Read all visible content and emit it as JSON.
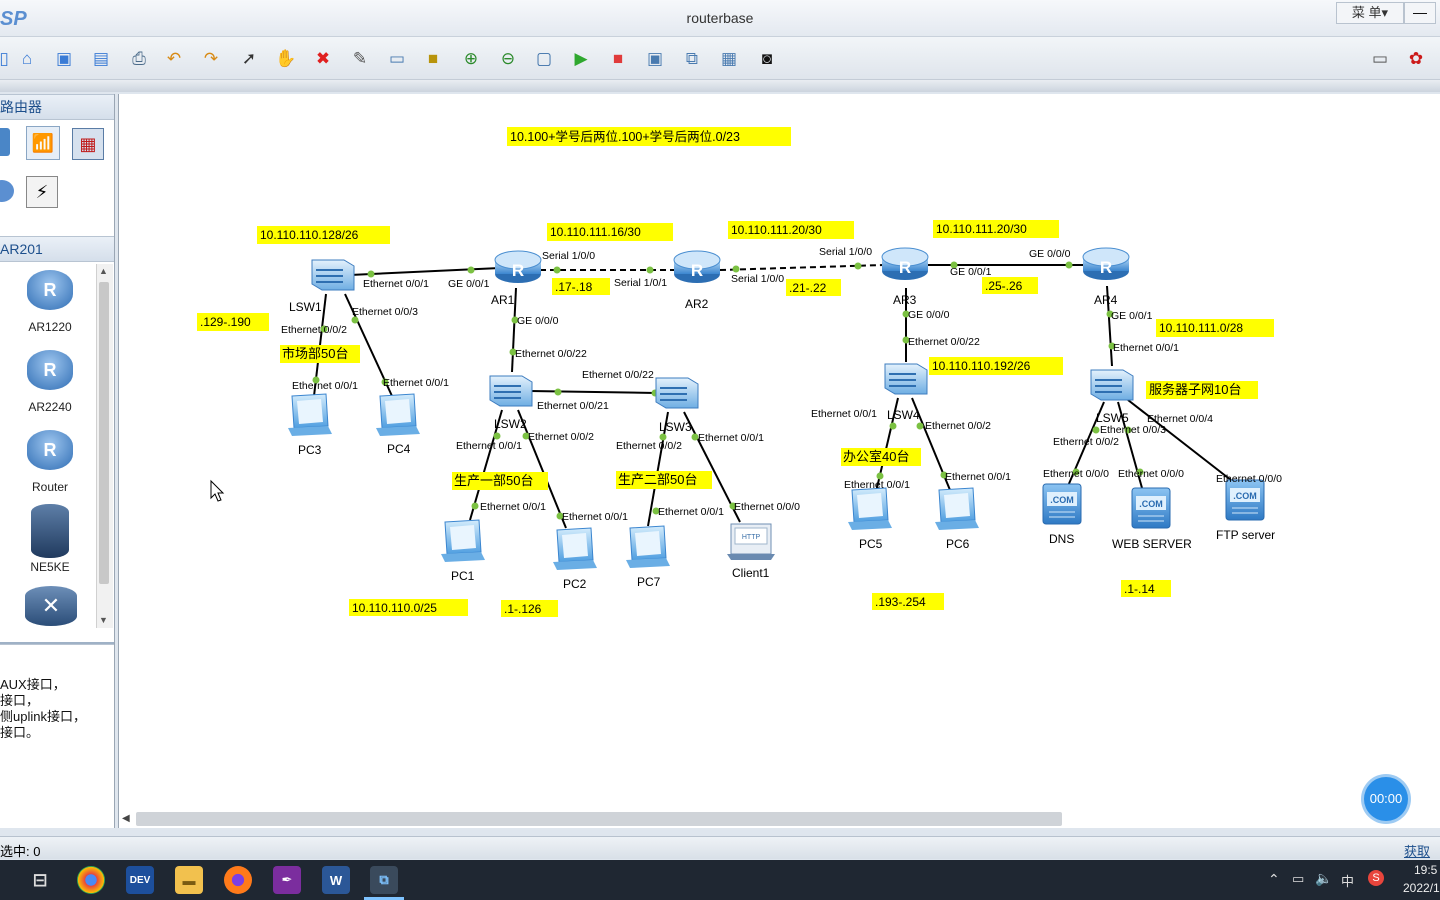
{
  "app": {
    "logo": "SP",
    "title": "routerbase",
    "menu_label": "菜 单▾",
    "minimize": "—"
  },
  "panel": {
    "category_title": "路由器",
    "series_title": "AR201",
    "devices": [
      "AR1220",
      "AR2240",
      "Router",
      "NE5KE"
    ],
    "description": [
      "AUX接口，",
      "接口，",
      "侧uplink接口，",
      "接口。"
    ]
  },
  "status": {
    "selected": "选中: 0",
    "right_text": "获取帮"
  },
  "timer": "00:00",
  "taskbar": {
    "time": "19:5",
    "date": "2022/1",
    "ime": "中"
  },
  "colors": {
    "label_bg": "#ffff00",
    "link_dot": "#7bc142",
    "timer_bg": "#2a8fe8"
  },
  "topology": {
    "annotations": {
      "main": "10.100+学号后两位.100+学号后两位.0/23",
      "lsw1_net": "10.110.110.128/26",
      "lsw1_range": ".129-.190",
      "lsw1_dept": "市场部50台",
      "ar1_ar2_net": "10.110.111.16/30",
      "ar1_ar2_range": ".17-.18",
      "ar2_ar3_net": "10.110.111.20/30",
      "ar2_ar3_range": ".21-.22",
      "ar3_ar4_net": "10.110.111.20/30",
      "ar3_ar4_range": ".25-.26",
      "lsw4_net": "10.110.110.192/26",
      "lsw4_dept": "办公室40台",
      "lsw4_range": ".193-.254",
      "lsw5_net": "10.110.111.0/28",
      "lsw5_dept": "服务器子网10台",
      "lsw5_range": ".1-.14",
      "lsw2_dept": "生产一部50台",
      "lsw3_dept": "生产二部50台",
      "lsw23_net": "10.110.110.0/25",
      "lsw23_range": ".1-.126"
    },
    "devices": {
      "AR1": "AR1",
      "AR2": "AR2",
      "AR3": "AR3",
      "AR4": "AR4",
      "LSW1": "LSW1",
      "LSW2": "LSW2",
      "LSW3": "LSW3",
      "LSW4": "LSW4",
      "LSW5": "LSW5",
      "PC1": "PC1",
      "PC2": "PC2",
      "PC3": "PC3",
      "PC4": "PC4",
      "PC5": "PC5",
      "PC6": "PC6",
      "PC7": "PC7",
      "Client1": "Client1",
      "DNS": "DNS",
      "WEB": "WEB SERVER",
      "FTP": "FTP server"
    },
    "ports": {
      "lsw1_ar1": "Ethernet 0/0/1",
      "ar1_lsw1": "GE 0/0/1",
      "ar1_serial": "Serial 1/0/0",
      "ar2_serial1": "Serial 1/0/1",
      "ar2_serial0": "Serial 1/0/0",
      "ar3_serial": "Serial 1/0/0",
      "ar3_ge1": "GE 0/0/1",
      "ar4_ge0": "GE 0/0/0",
      "ar1_ge0": "GE 0/0/0",
      "lsw2_e22": "Ethernet 0/0/22",
      "lsw1_e2": "Ethernet 0/0/2",
      "lsw1_e3": "Ethernet 0/0/3",
      "pc3_e1": "Ethernet 0/0/1",
      "pc4_e1": "Ethernet 0/0/1",
      "lsw2_e21": "Ethernet 0/0/21",
      "lsw3_e22": "Ethernet 0/0/22",
      "lsw2_e1": "Ethernet 0/0/1",
      "lsw2_e2": "Ethernet 0/0/2",
      "lsw3_e2": "Ethernet 0/0/2",
      "lsw3_e1": "Ethernet 0/0/1",
      "pc1_e1": "Ethernet 0/0/1",
      "pc2_e1": "Ethernet 0/0/1",
      "pc7_e1": "Ethernet 0/0/1",
      "client1_e0": "Ethernet 0/0/0",
      "ar3_ge0": "GE 0/0/0",
      "lsw4_e22": "Ethernet 0/0/22",
      "lsw4_e1": "Ethernet 0/0/1",
      "lsw4_e2": "Ethernet 0/0/2",
      "pc5_e1": "Ethernet 0/0/1",
      "pc6_e1": "Ethernet 0/0/1",
      "ar4_ge1": "GE 0/0/1",
      "lsw5_e1": "Ethernet 0/0/1",
      "lsw5_e2": "Ethernet 0/0/2",
      "lsw5_e3": "Ethernet 0/0/3",
      "lsw5_e4": "Ethernet 0/0/4",
      "dns_e0": "Ethernet 0/0/0",
      "web_e0": "Ethernet 0/0/0",
      "ftp_e0": "Ethernet 0/0/0"
    }
  }
}
